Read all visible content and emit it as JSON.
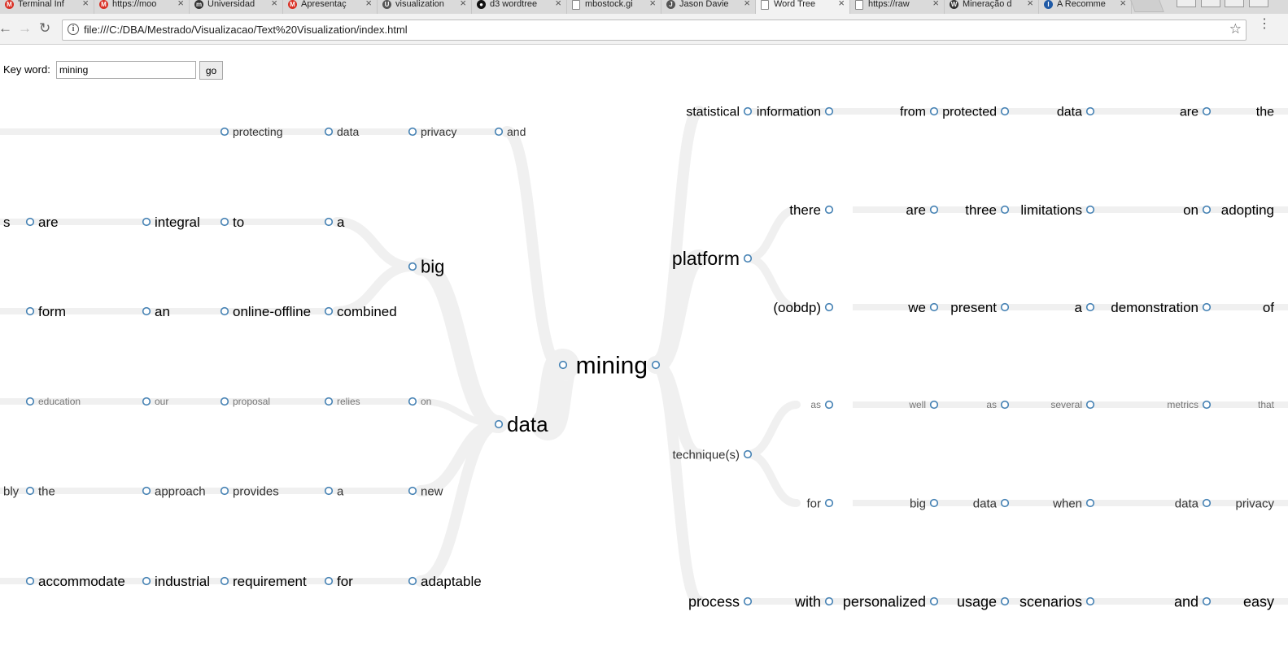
{
  "browser": {
    "tabs": [
      {
        "label": "Terminal Inf",
        "icon": "mail-icon",
        "color": "#d93025"
      },
      {
        "label": "https://moo",
        "icon": "mail-icon",
        "color": "#d93025"
      },
      {
        "label": "Universidad",
        "icon": "university-icon",
        "color": "#333333"
      },
      {
        "label": "Apresentaç",
        "icon": "mail-icon",
        "color": "#d93025"
      },
      {
        "label": "visualization",
        "icon": "unb-icon",
        "color": "#555555"
      },
      {
        "label": "d3 wordtree",
        "icon": "github-icon",
        "color": "#111111"
      },
      {
        "label": "mbostock.gi",
        "icon": "page-icon",
        "color": "#888888"
      },
      {
        "label": "Jason Davie",
        "icon": "j-icon",
        "color": "#555555"
      },
      {
        "label": "Word Tree",
        "icon": "page-icon",
        "color": "#888888",
        "active": true
      },
      {
        "label": "https://raw",
        "icon": "page-icon",
        "color": "#888888"
      },
      {
        "label": "Mineração d",
        "icon": "wikipedia-icon",
        "color": "#333333"
      },
      {
        "label": "A Recomme",
        "icon": "ieee-icon",
        "color": "#1f5aa6"
      }
    ],
    "url": "file:///C:/DBA/Mestrado/Visualizacao/Text%20Visualization/index.html"
  },
  "form": {
    "label": "Key word:",
    "value": "mining",
    "button": "go"
  },
  "tree": {
    "root": "mining",
    "left_level1": [
      "data"
    ],
    "left_level2": [
      "big"
    ],
    "left_paths": [
      [
        "protecting",
        "data",
        "privacy",
        "and"
      ],
      [
        "s",
        "are",
        "integral",
        "to",
        "a"
      ],
      [
        "form",
        "an",
        "online-offline",
        "combined"
      ],
      [
        "education",
        "our",
        "proposal",
        "relies",
        "on"
      ],
      [
        "bly",
        "the",
        "approach",
        "provides",
        "a",
        "new"
      ],
      [
        "accommodate",
        "industrial",
        "requirement",
        "for",
        "adaptable"
      ]
    ],
    "right_level1": [
      "statistical",
      "platform",
      "technique(s)",
      "process"
    ],
    "right_level2": [
      "there",
      "(oobdp)",
      "as",
      "for"
    ],
    "right_paths": [
      [
        "information",
        "from",
        "protected",
        "data",
        "are",
        "the"
      ],
      [
        "are",
        "three",
        "limitations",
        "on",
        "adopting"
      ],
      [
        "we",
        "present",
        "a",
        "demonstration",
        "of"
      ],
      [
        "well",
        "as",
        "several",
        "metrics",
        "that"
      ],
      [
        "big",
        "data",
        "when",
        "data",
        "privacy"
      ],
      [
        "with",
        "personalized",
        "usage",
        "scenarios",
        "and",
        "easy"
      ]
    ],
    "colors": {
      "node": "#4682b4",
      "link": "#f0f0f0"
    }
  }
}
